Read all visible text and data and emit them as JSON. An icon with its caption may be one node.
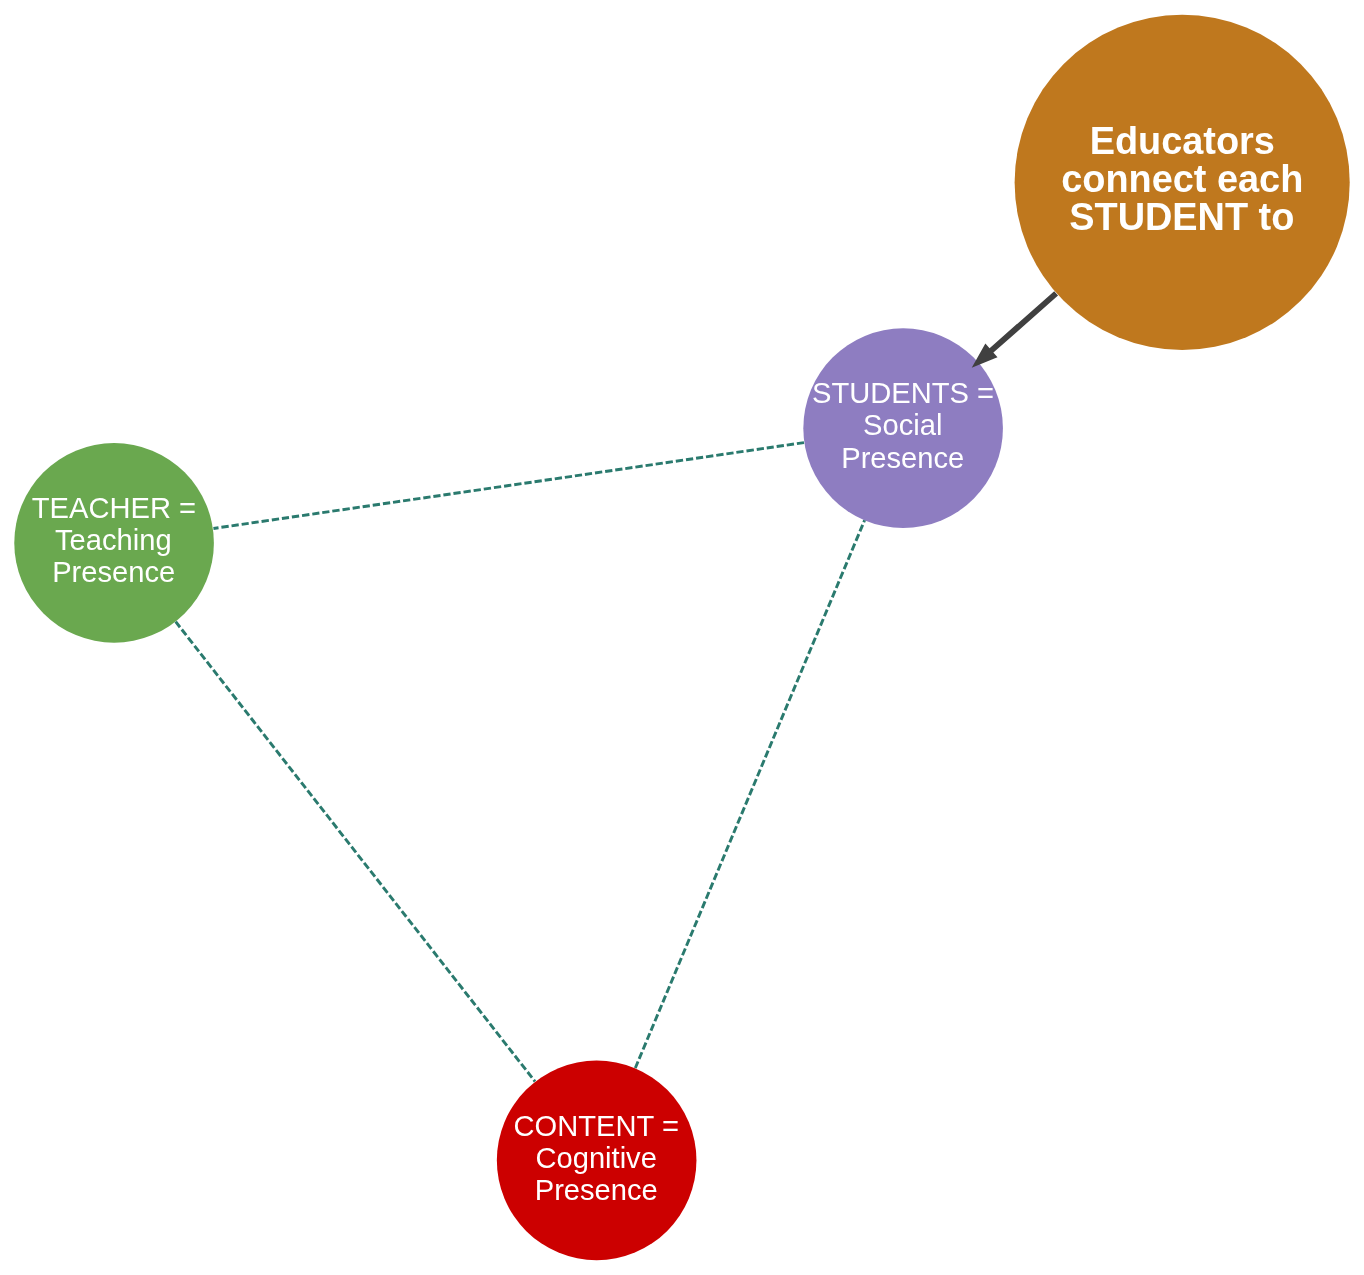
{
  "diagram": {
    "nodes": [
      {
        "text": [
          "Educators connect each STUDENT to"
        ]
      },
      {
        "text": [
          "STUDENTS = Social Presence"
        ]
      },
      {
        "text": [
          "CONTENT = Cognitive Presence"
        ]
      },
      {
        "text": [
          "TEACHER = Teaching Presence"
        ]
      }
    ],
    "edges": [
      {
        "from": 0,
        "to": 1,
        "arrow": "to",
        "style": "thick",
        "color": "#404040"
      },
      {
        "from": 1,
        "to": 3,
        "arrow": "none",
        "style": "dashed"
      },
      {
        "from": 3,
        "to": 2,
        "arrow": "none",
        "style": "dashed"
      },
      {
        "from": 2,
        "to": 1,
        "arrow": "none",
        "style": "dashed"
      }
    ]
  }
}
